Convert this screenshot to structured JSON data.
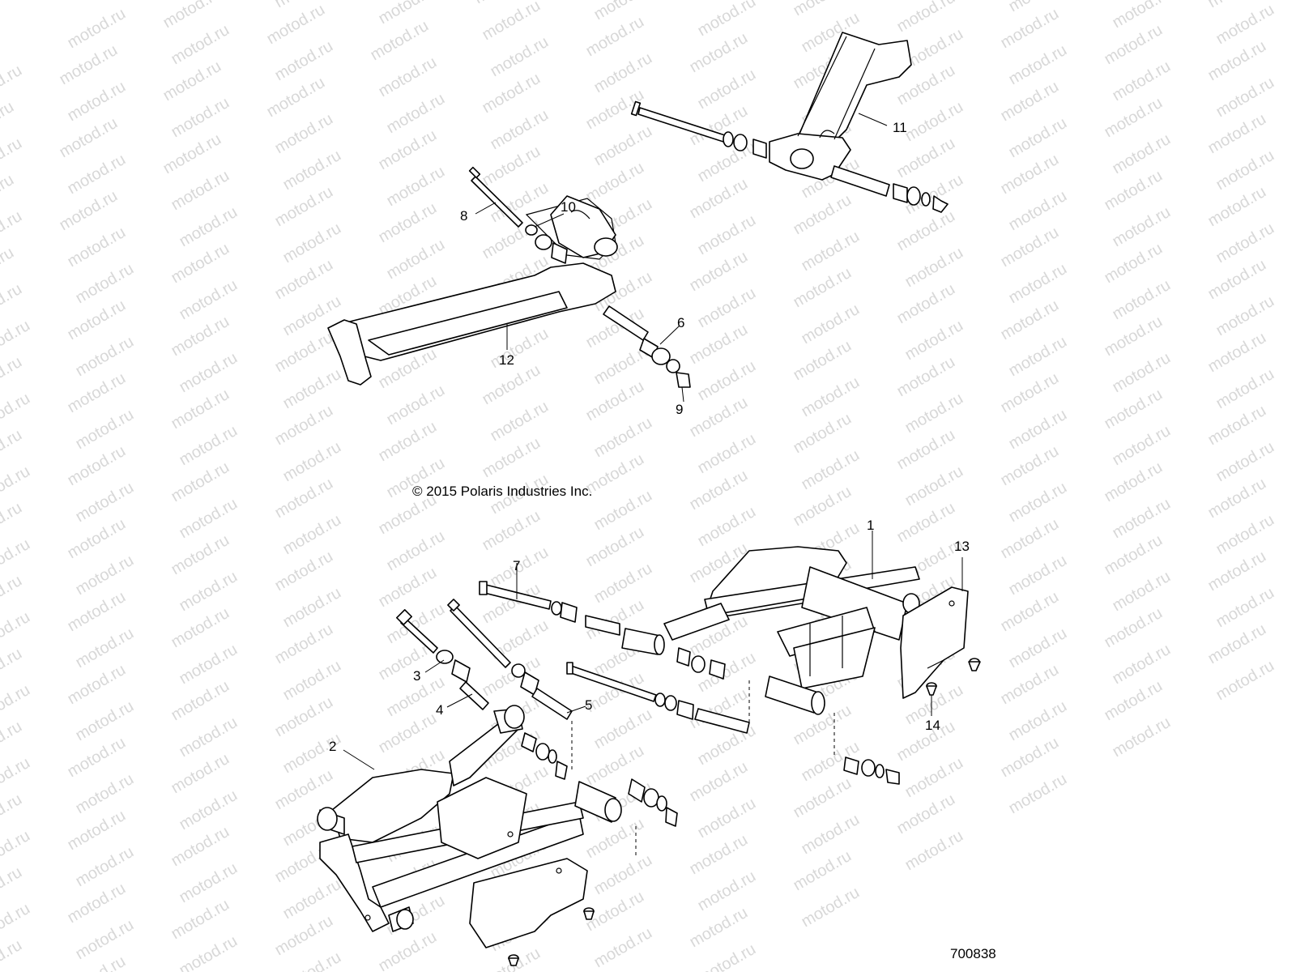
{
  "watermark_text": "motod.ru",
  "copyright": "© 2015 Polaris Industries Inc.",
  "drawing_number": "700838",
  "callouts": {
    "c1": "1",
    "c2": "2",
    "c3": "3",
    "c4": "4",
    "c5": "5",
    "c6": "6",
    "c7": "7",
    "c8": "8",
    "c9": "9",
    "c10": "10",
    "c11": "11",
    "c12": "12",
    "c13": "13",
    "c14": "14"
  }
}
